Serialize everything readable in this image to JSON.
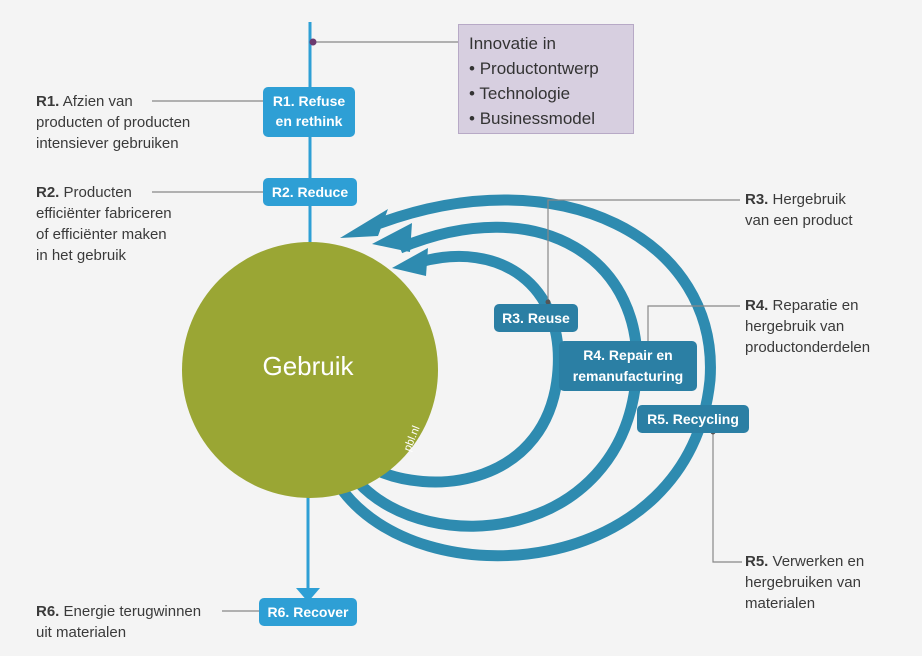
{
  "innovation": {
    "title": "Innovatie in",
    "items": [
      "Productontwerp",
      "Technologie",
      "Businessmodel"
    ]
  },
  "center": {
    "label": "Gebruik",
    "credit": "pbl.nl"
  },
  "strategies": [
    {
      "code": "R1.",
      "tag": "R1. Refuse\nen rethink",
      "desc": "Afzien van\nproducten of producten\nintensiever gebruiken"
    },
    {
      "code": "R2.",
      "tag": "R2. Reduce",
      "desc": "Producten\nefficiënter fabriceren\nof efficiënter maken\nin het gebruik"
    },
    {
      "code": "R3.",
      "tag": "R3. Reuse",
      "desc": "Hergebruik\nvan een product"
    },
    {
      "code": "R4.",
      "tag": "R4. Repair en\nremanufacturing",
      "desc": "Reparatie en\nhergebruik van\nproductonderdelen"
    },
    {
      "code": "R5.",
      "tag": "R5. Recycling",
      "desc": "Verwerken en\nhergebruiken van\nmaterialen"
    },
    {
      "code": "R6.",
      "tag": "R6. Recover",
      "desc": "Energie terugwinnen\nuit materialen"
    }
  ],
  "colors": {
    "flow": "#2e9fd5",
    "loop": "#2e8bb0",
    "loop_tag": "#2b7fa4",
    "circle": "#9aa634",
    "innovation_bg": "#d7cfe0",
    "connector": "#888888",
    "marker": "#6b3a6e"
  }
}
